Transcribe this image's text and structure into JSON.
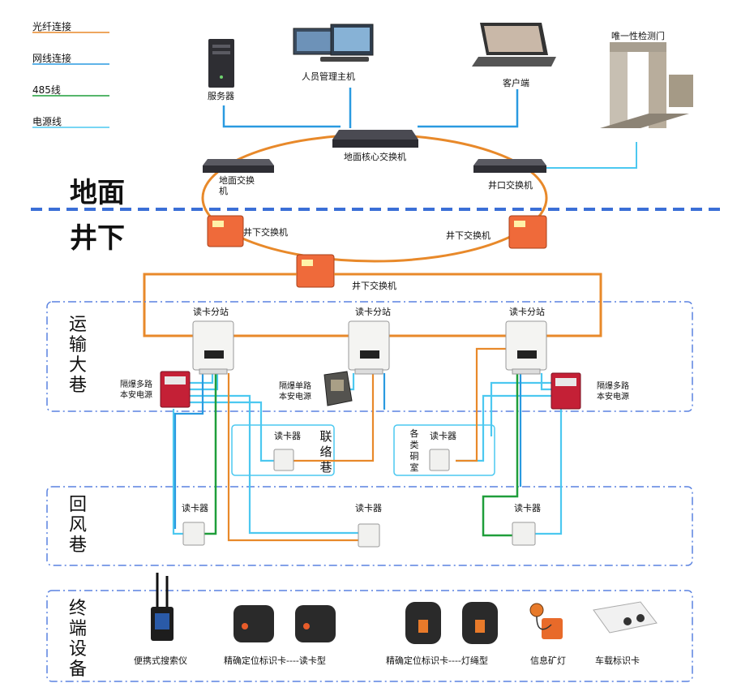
{
  "legend": [
    {
      "label": "光纤连接",
      "color": "#e8892a"
    },
    {
      "label": "网线连接",
      "color": "#2a9ae0"
    },
    {
      "label": "485线",
      "color": "#1f9e3a"
    },
    {
      "label": "电源线",
      "color": "#4cc8f0"
    }
  ],
  "colors": {
    "fiber": "#e8892a",
    "network": "#2a9ae0",
    "rs485": "#1f9e3a",
    "power": "#4cc8f0",
    "divider": "#3b6fd6",
    "zone_border": "#5a82e0",
    "explosion_box": "#ef6a3a"
  },
  "surface": {
    "zone_label": "地面",
    "server": "服务器",
    "personnel_host": "人员管理主机",
    "client": "客户端",
    "unique_gate": "唯一性检测门",
    "core_switch": "地面核心交换机",
    "ground_switch": "地面交换\n机",
    "shaft_switch": "井口交换机"
  },
  "underground": {
    "zone_label": "井下",
    "switch_left": "井下交换机",
    "switch_right": "井下交换机",
    "switch_bottom": "井下交换机"
  },
  "transport": {
    "zone_label": "运输大巷",
    "substation_1": "读卡分站",
    "substation_2": "读卡分站",
    "substation_3": "读卡分站",
    "power_left": "隔爆多路\n本安电源",
    "power_mid": "隔爆单路\n本安电源",
    "power_right": "隔爆多路\n本安电源"
  },
  "contact": {
    "zone_label": "联络巷",
    "reader": "读卡器"
  },
  "chambers": {
    "zone_label": "各类硐室",
    "reader": "读卡器"
  },
  "return_air": {
    "zone_label": "回风巷",
    "reader_1": "读卡器",
    "reader_2": "读卡器",
    "reader_3": "读卡器"
  },
  "terminals": {
    "zone_label": "终端设备",
    "items": [
      "便携式搜索仪",
      "精确定位标识卡----读卡型",
      "精确定位标识卡----灯绳型",
      "信息矿灯",
      "车载标识卡"
    ]
  }
}
